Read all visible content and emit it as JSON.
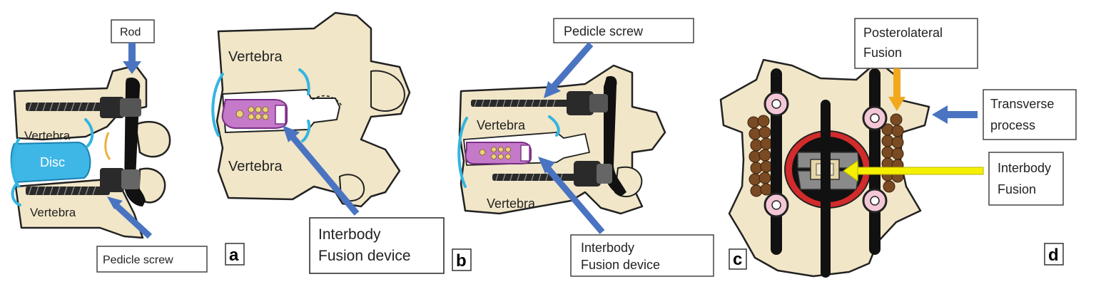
{
  "figure": {
    "panels": [
      {
        "id": "a",
        "letter": "a",
        "labels": {
          "rod": "Rod",
          "vertebra_top": "Vertebra",
          "disc": "Disc",
          "vertebra_bottom": "Vertebra",
          "pedicle_screw": "Pedicle screw"
        }
      },
      {
        "id": "a2",
        "labels": {
          "vertebra_top": "Vertebra",
          "vertebra_bottom": "Vertebra",
          "device_line1": "Interbody",
          "device_line2": "Fusion device"
        }
      },
      {
        "id": "b",
        "letter": "b",
        "labels": {
          "pedicle_screw": "Pedicle screw",
          "vertebra_top": "Vertebra",
          "vertebra_bottom": "Vertebra",
          "device_line1": "Interbody",
          "device_line2": "Fusion device"
        }
      },
      {
        "id": "c",
        "letter": "c"
      },
      {
        "id": "d",
        "letter": "d",
        "labels": {
          "posterolateral_line1": "Posterolateral",
          "posterolateral_line2": "Fusion",
          "transverse_line1": "Transverse",
          "transverse_line2": "process",
          "interbody_line1": "Interbody",
          "interbody_line2": "Fusion"
        }
      }
    ]
  },
  "colors": {
    "bone": "#f1e6c8",
    "disc": "#3fb7e6",
    "device": "#c47ac8",
    "arrow_blue": "#4a74c1",
    "arrow_orange": "#f2a81d",
    "arrow_yellow": "#f5f000",
    "graft": "#7a4a22",
    "screw_head_ring": "#f4c7d6",
    "interbody_red": "#d22b2b"
  }
}
